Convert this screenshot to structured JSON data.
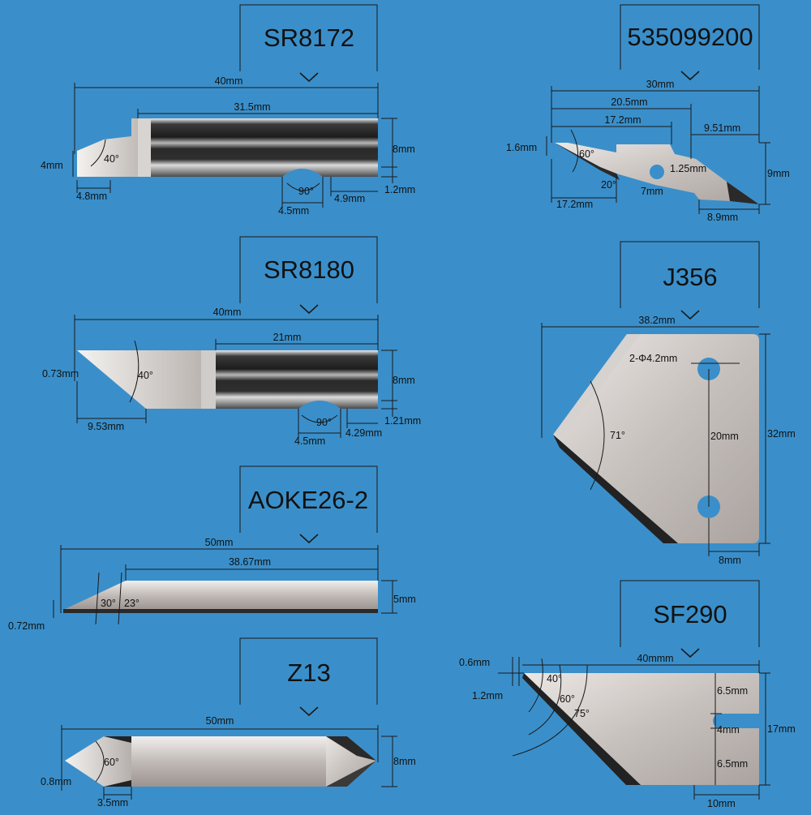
{
  "colors": {
    "background": "#3a8fca",
    "steel_light": "#e6e2df",
    "steel_mid": "#b9b3b0",
    "steel_dark": "#2a2a2a",
    "line": "#1a1a1a"
  },
  "blades": {
    "sr8172": {
      "title": "SR8172",
      "d_total": "40mm",
      "d_shank": "31.5mm",
      "d_tip": "4mm",
      "d_height": "8mm",
      "d_angle": "40°",
      "d_tip_len": "4.8mm",
      "d_notch_angle": "90°",
      "d_notch_w": "4.5mm",
      "d_notch_off": "4.9mm",
      "d_notch_depth": "1.2mm"
    },
    "sr8180": {
      "title": "SR8180",
      "d_total": "40mm",
      "d_shank": "21mm",
      "d_tip": "0.73mm",
      "d_height": "8mm",
      "d_angle": "40°",
      "d_tip_len": "9.53mm",
      "d_notch_angle": "90°",
      "d_notch_w": "4.5mm",
      "d_notch_off": "4.29mm",
      "d_notch_depth": "1.21mm"
    },
    "aoke": {
      "title": "AOKE26-2",
      "d_total": "50mm",
      "d_flat": "38.67mm",
      "d_height": "5mm",
      "d_tip": "0.72mm",
      "d_angle1": "30°",
      "d_angle2": "23°"
    },
    "z13": {
      "title": "Z13",
      "d_total": "50mm",
      "d_height": "8mm",
      "d_tip": "0.8mm",
      "d_tip_len": "3.5mm",
      "d_angle": "60°"
    },
    "b535": {
      "title": "535099200",
      "d_total": "30mm",
      "d_l1": "20.5mm",
      "d_l2": "17.2mm",
      "d_l3": "9.51mm",
      "d_tip": "1.6mm",
      "d_angle1": "60°",
      "d_angle2": "20°",
      "d_hole": "1.25mm",
      "d_mid": "7mm",
      "d_height": "9mm",
      "d_bottom": "17.2mm",
      "d_right": "8.9mm"
    },
    "j356": {
      "title": "J356",
      "d_width": "38.2mm",
      "d_holes": "2-Φ4.2mm",
      "d_angle": "71°",
      "d_hole_gap": "20mm",
      "d_height": "32mm",
      "d_edge": "8mm"
    },
    "sf290": {
      "title": "SF290",
      "d_width": "40mmm",
      "d_t1": "0.6mm",
      "d_t2": "1.2mm",
      "d_a1": "40°",
      "d_a2": "60°",
      "d_a3": "75°",
      "d_h1": "6.5mm",
      "d_h2": "4mm",
      "d_h3": "6.5mm",
      "d_height": "17mm",
      "d_bottom": "10mm"
    }
  }
}
